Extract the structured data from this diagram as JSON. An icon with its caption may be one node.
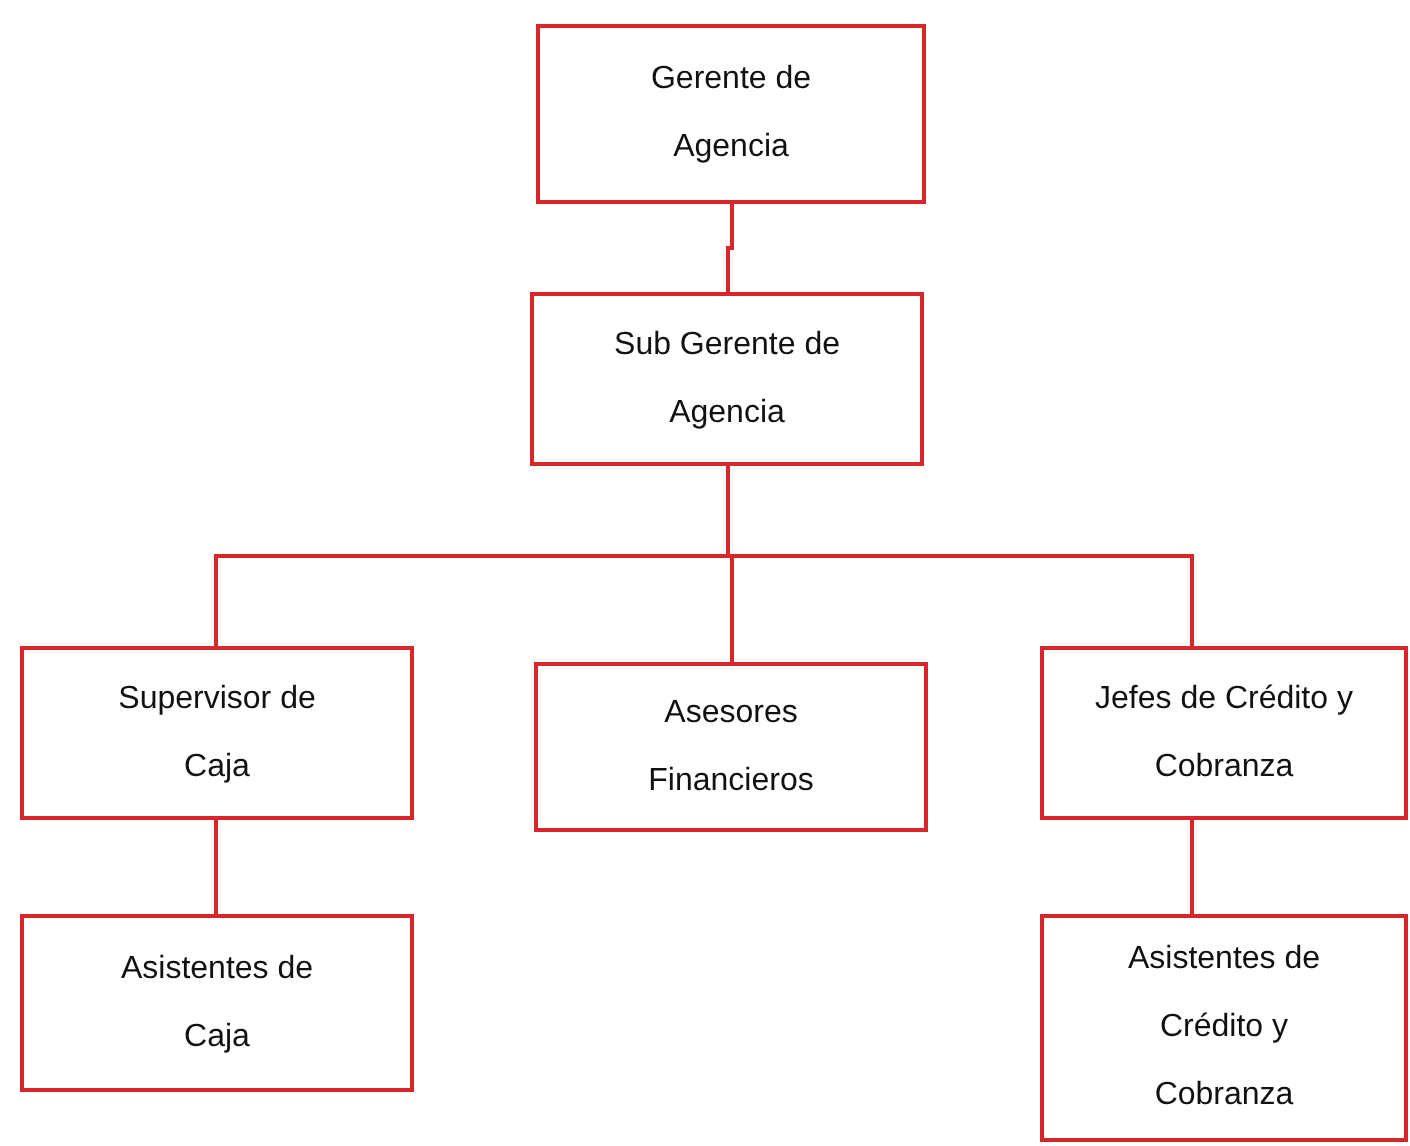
{
  "diagram": {
    "nodes": [
      {
        "text": [
          "Gerente de Agencia"
        ]
      },
      {
        "text": [
          "Sub Gerente de Agencia"
        ]
      },
      {
        "text": [
          "Supervisor de Caja"
        ]
      },
      {
        "text": [
          "Asesores Financieros"
        ]
      },
      {
        "text": [
          "Jefes de Crédito y Cobranza"
        ]
      },
      {
        "text": [
          "Asistentes de Caja"
        ]
      },
      {
        "text": [
          "Asistentes de Crédito y Cobranza"
        ]
      }
    ],
    "edges": [
      {
        "from": 0,
        "to": 1,
        "arrow": "none"
      },
      {
        "from": 1,
        "to": 2,
        "arrow": "none"
      },
      {
        "from": 1,
        "to": 3,
        "arrow": "none"
      },
      {
        "from": 1,
        "to": 4,
        "arrow": "none"
      },
      {
        "from": 2,
        "to": 5,
        "arrow": "none"
      },
      {
        "from": 4,
        "to": 6,
        "arrow": "none"
      }
    ]
  }
}
